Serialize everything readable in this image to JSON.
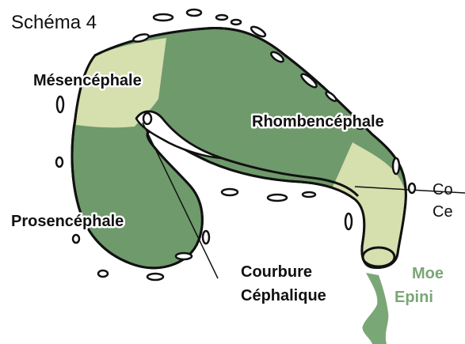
{
  "title": "Schéma 4",
  "labels": {
    "mesencephale": "Mésencéphale",
    "rhombencephale": "Rhombencéphale",
    "prosencephale": "Prosencéphale",
    "courbure_line1": "Courbure",
    "courbure_line2": "Céphalique",
    "cut_line1": "Co",
    "cut_line2": "Ce",
    "moelle_line1": "Moe",
    "moelle_line2": "Epini"
  },
  "colors": {
    "dark_green": "#6f9a6c",
    "light_green": "#d6dfae",
    "moelle_green": "#7aa776",
    "outline": "#111111"
  }
}
